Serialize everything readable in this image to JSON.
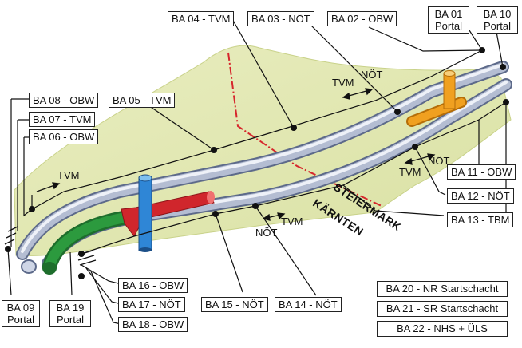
{
  "labels": {
    "ba01": [
      "BA 01",
      "Portal"
    ],
    "ba10": [
      "BA 10",
      "Portal"
    ],
    "ba09": [
      "BA 09",
      "Portal"
    ],
    "ba19": [
      "BA 19",
      "Portal"
    ],
    "ba02": "BA 02 - OBW",
    "ba03": "BA 03 - NÖT",
    "ba04": "BA 04 - TVM",
    "ba05": "BA 05 - TVM",
    "ba06": "BA 06 - OBW",
    "ba07": "BA 07 - TVM",
    "ba08": "BA 08 - OBW",
    "ba11": "BA 11 - OBW",
    "ba12": "BA 12 - NÖT",
    "ba13": "BA 13 - TBM",
    "ba14": "BA 14 - NÖT",
    "ba15": "BA 15 - NÖT",
    "ba16": "BA 16 - OBW",
    "ba17": "BA 17 - NÖT",
    "ba18": "BA 18 - OBW"
  },
  "legend": [
    "BA 20 - NR Startschacht",
    "BA 21 - SR Startschacht",
    "BA 22 - NHS + ÜLS"
  ],
  "direction_labels": {
    "top_right_left": "TVM",
    "top_right_right": "NÖT",
    "left": "TVM",
    "mid_left": "NÖT",
    "mid_right": "TVM",
    "right_left": "TVM",
    "right_right": "NÖT"
  },
  "border": {
    "north": "STEIERMARK",
    "south": "KÄRNTEN"
  },
  "colors": {
    "terrain": "#e6ebb8",
    "tube": "#9aa6bf",
    "tube_dark": "#5d6a8a",
    "shaft_blue": "#2f86d6",
    "cavern_red": "#d0262c",
    "green_tube": "#2c9a3e",
    "orange_shaft": "#f0a020",
    "border_line": "#d6262c"
  }
}
